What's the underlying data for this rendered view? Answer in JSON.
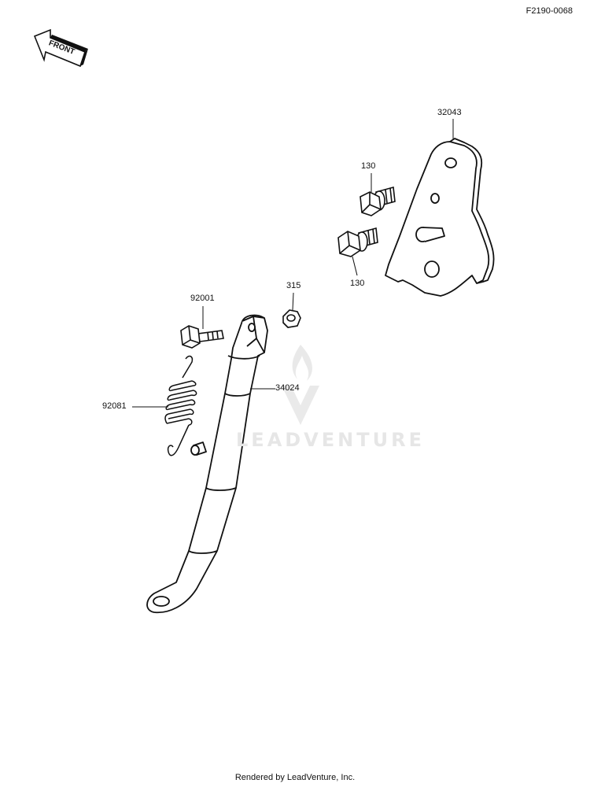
{
  "diagram_code": "F2190-0068",
  "front_indicator": {
    "label": "FRONT",
    "icon": "front-arrow-icon"
  },
  "watermark": {
    "text": "LEADVENTURE",
    "icon": "leadventure-logo-icon"
  },
  "parts": {
    "bracket": "32043",
    "bolt_upper": "130",
    "bolt_lower": "130",
    "nut": "315",
    "pivot_bolt": "92001",
    "side_stand": "34024",
    "spring": "92081"
  },
  "footer": {
    "credit": "Rendered by LeadVenture, Inc."
  }
}
